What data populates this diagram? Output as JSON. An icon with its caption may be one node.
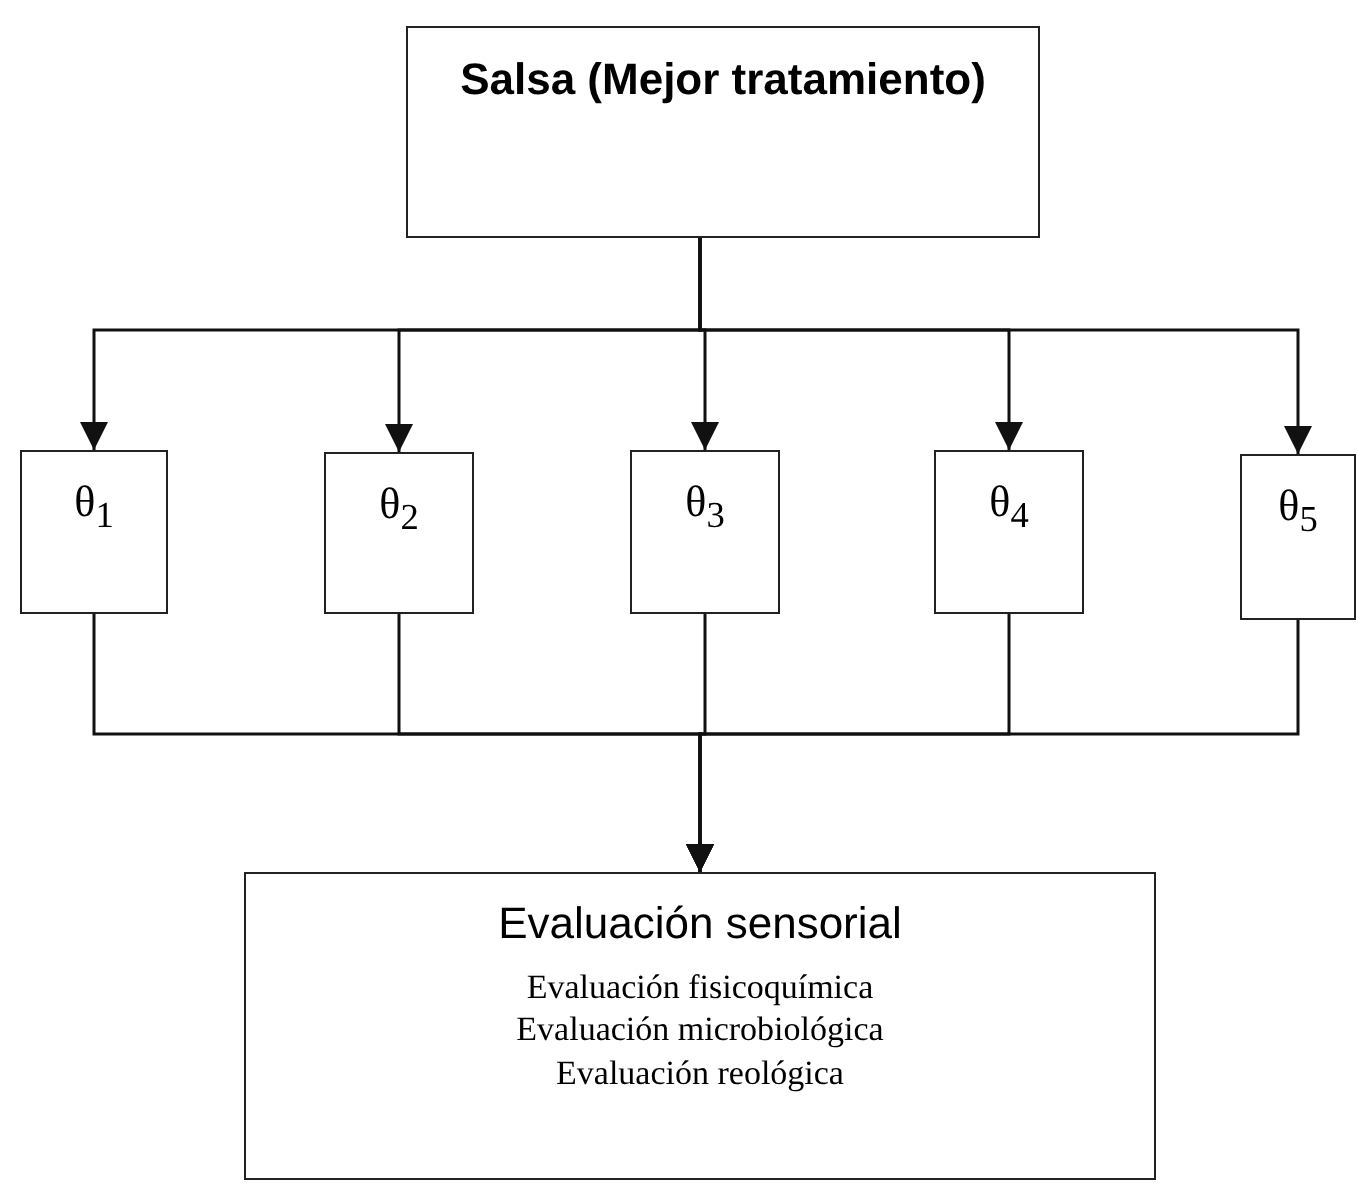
{
  "diagram": {
    "nodes": [
      {
        "text": [
          "Salsa (Mejor tratamiento)"
        ]
      },
      {
        "text": [
          "θ$_{1}$"
        ]
      },
      {
        "text": [
          "θ$_{2}$"
        ]
      },
      {
        "text": [
          "θ$_{3}$"
        ]
      },
      {
        "text": [
          "θ$_{4}$"
        ]
      },
      {
        "text": [
          "θ$_{5}$"
        ]
      },
      {
        "text": [
          "Evaluación sensorial",
          "Evaluación fisicoquímica Evaluación microbiológica Evaluación reológica"
        ]
      }
    ],
    "edges": [
      {
        "from": 0,
        "to": 1,
        "arrow": "to"
      },
      {
        "from": 0,
        "to": 2,
        "arrow": "to"
      },
      {
        "from": 0,
        "to": 3,
        "arrow": "to"
      },
      {
        "from": 0,
        "to": 4,
        "arrow": "to"
      },
      {
        "from": 0,
        "to": 5,
        "arrow": "to"
      },
      {
        "from": 1,
        "to": 6,
        "arrow": "to"
      },
      {
        "from": 2,
        "to": 6,
        "arrow": "to"
      },
      {
        "from": 3,
        "to": 6,
        "arrow": "to"
      },
      {
        "from": 4,
        "to": 6,
        "arrow": "to"
      },
      {
        "from": 5,
        "to": 6,
        "arrow": "to"
      }
    ]
  }
}
